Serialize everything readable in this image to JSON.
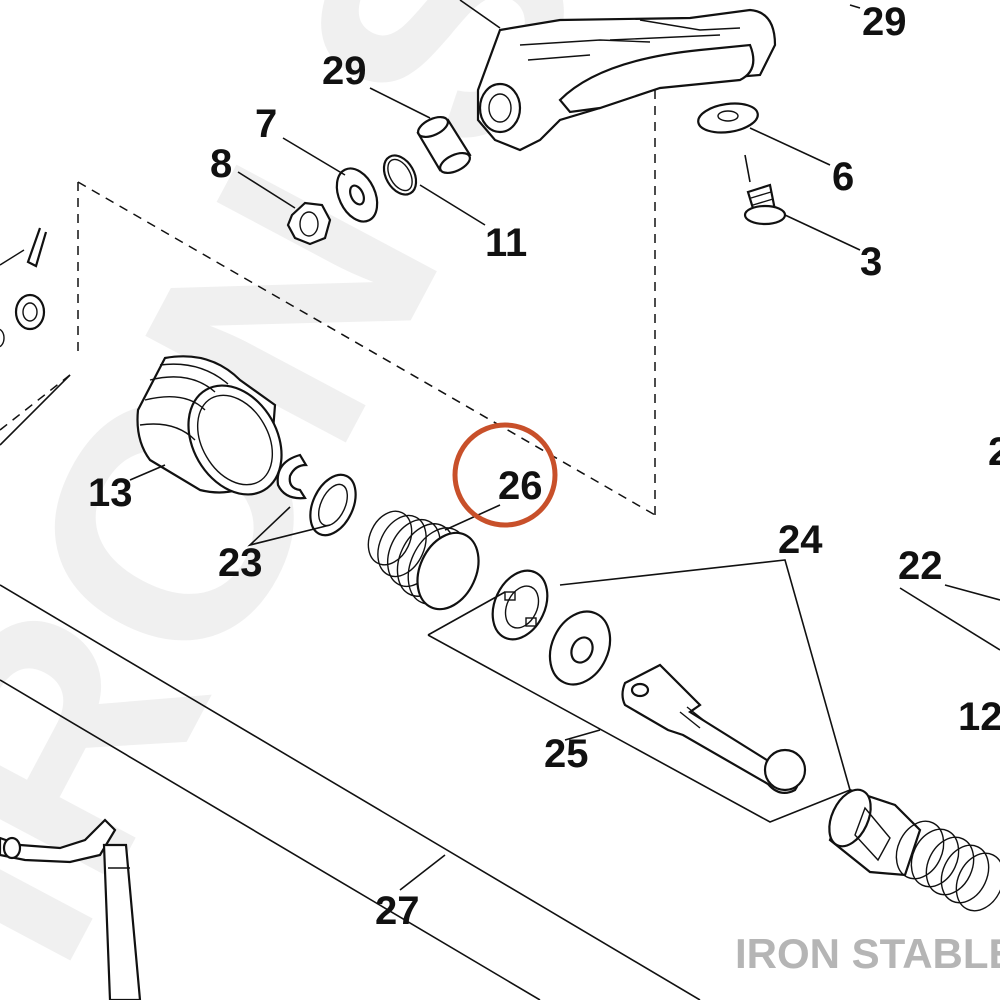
{
  "watermark": "IRON STABLE",
  "brand_label": "IRON STABLE",
  "highlight_color": "#c8502a",
  "highlighted_part": "26",
  "callouts": {
    "c29a": "29",
    "c29b": "29",
    "c7": "7",
    "c8": "8",
    "c6": "6",
    "c11": "11",
    "c3": "3",
    "c13": "13",
    "c23": "23",
    "c26": "26",
    "c24": "24",
    "c22": "22",
    "c25": "25",
    "c12": "12",
    "c27": "27",
    "c2": "2"
  }
}
